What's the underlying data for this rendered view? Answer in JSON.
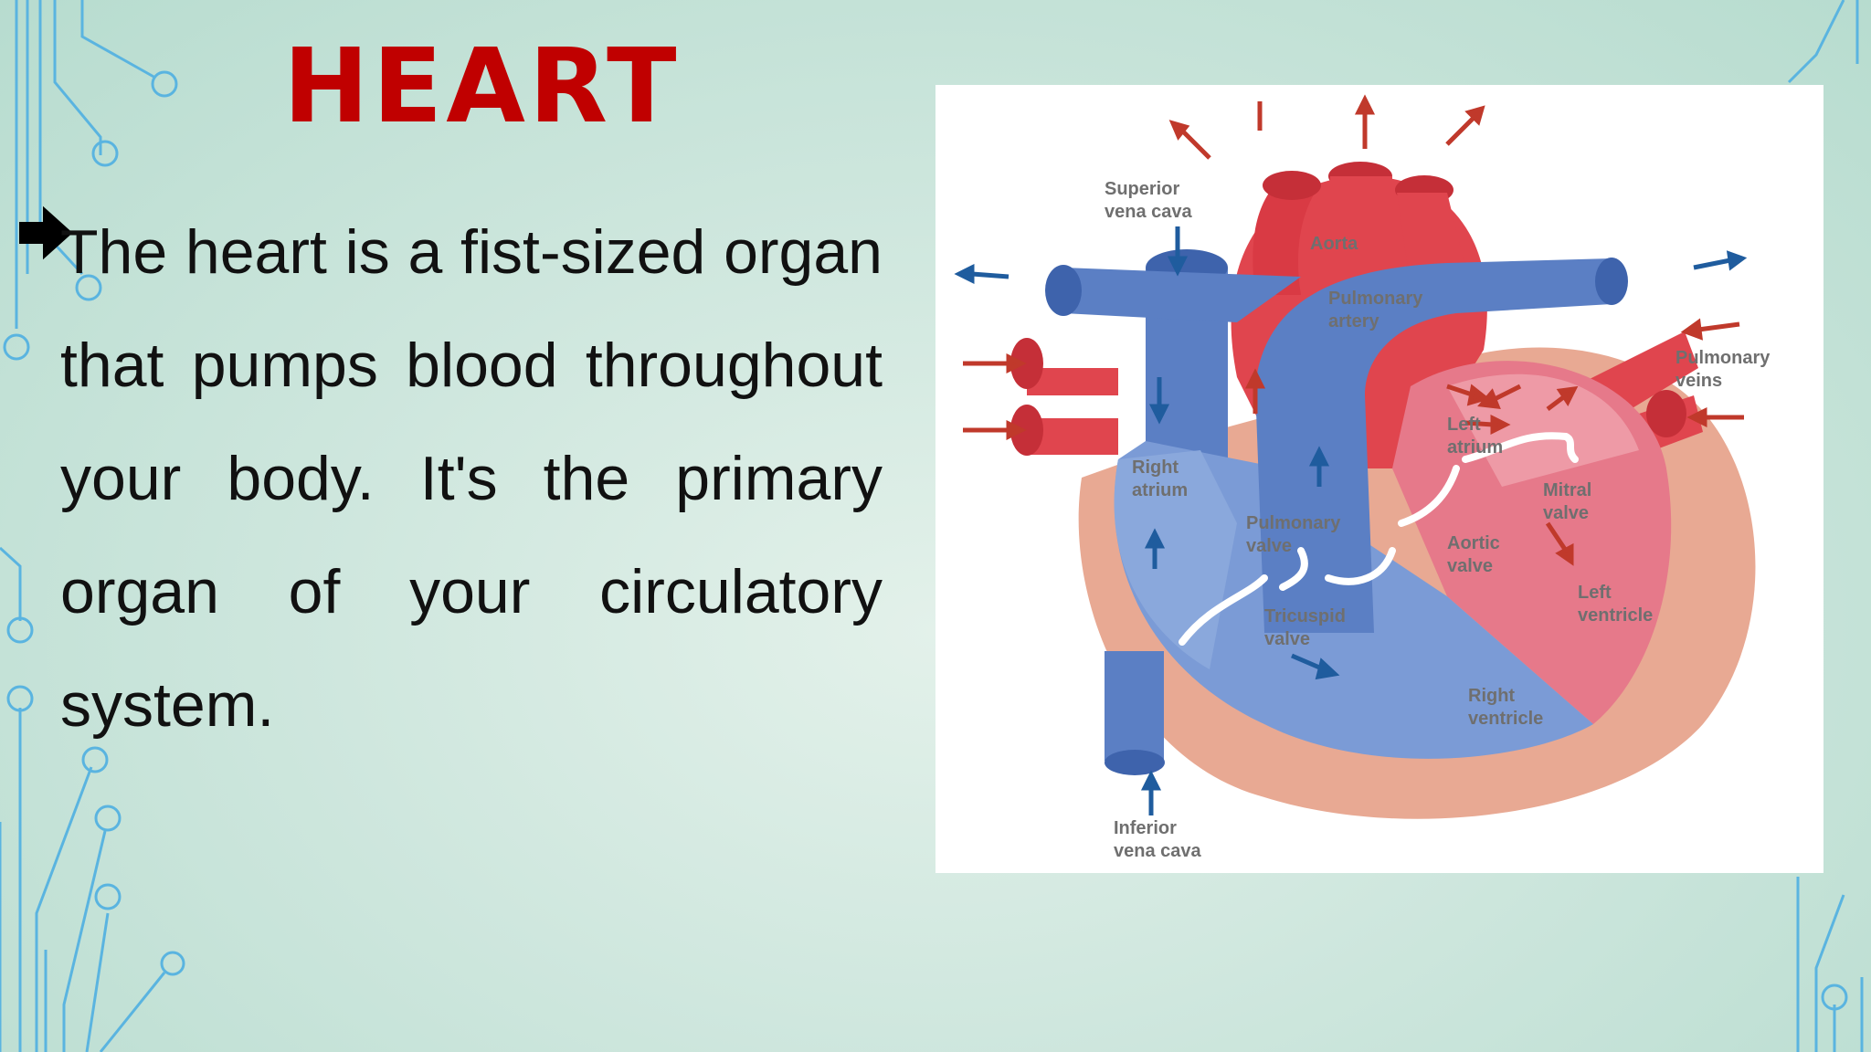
{
  "slide": {
    "title": "HEART",
    "bullet_icon": "right-arrow-icon",
    "body": "The heart is a fist-sized organ that pumps blood throughout your body. It's the primary organ of your circulatory system."
  },
  "diagram": {
    "labels": {
      "superior_vena_cava_1": "Superior",
      "superior_vena_cava_2": "vena cava",
      "aorta": "Aorta",
      "pulmonary_artery_1": "Pulmonary",
      "pulmonary_artery_2": "artery",
      "pulmonary_veins_1": "Pulmonary",
      "pulmonary_veins_2": "veins",
      "left_atrium_1": "Left",
      "left_atrium_2": "atrium",
      "right_atrium_1": "Right",
      "right_atrium_2": "atrium",
      "mitral_valve_1": "Mitral",
      "mitral_valve_2": "valve",
      "pulmonary_valve_1": "Pulmonary",
      "pulmonary_valve_2": "valve",
      "aortic_valve_1": "Aortic",
      "aortic_valve_2": "valve",
      "left_ventricle_1": "Left",
      "left_ventricle_2": "ventricle",
      "tricuspid_valve_1": "Tricuspid",
      "tricuspid_valve_2": "valve",
      "right_ventricle_1": "Right",
      "right_ventricle_2": "ventricle",
      "inferior_vena_cava_1": "Inferior",
      "inferior_vena_cava_2": "vena cava"
    }
  },
  "colors": {
    "title": "#c00000",
    "oxygenated": "#e0454e",
    "deoxygenated": "#5b7fc4",
    "circuit": "#5ab4e0"
  }
}
